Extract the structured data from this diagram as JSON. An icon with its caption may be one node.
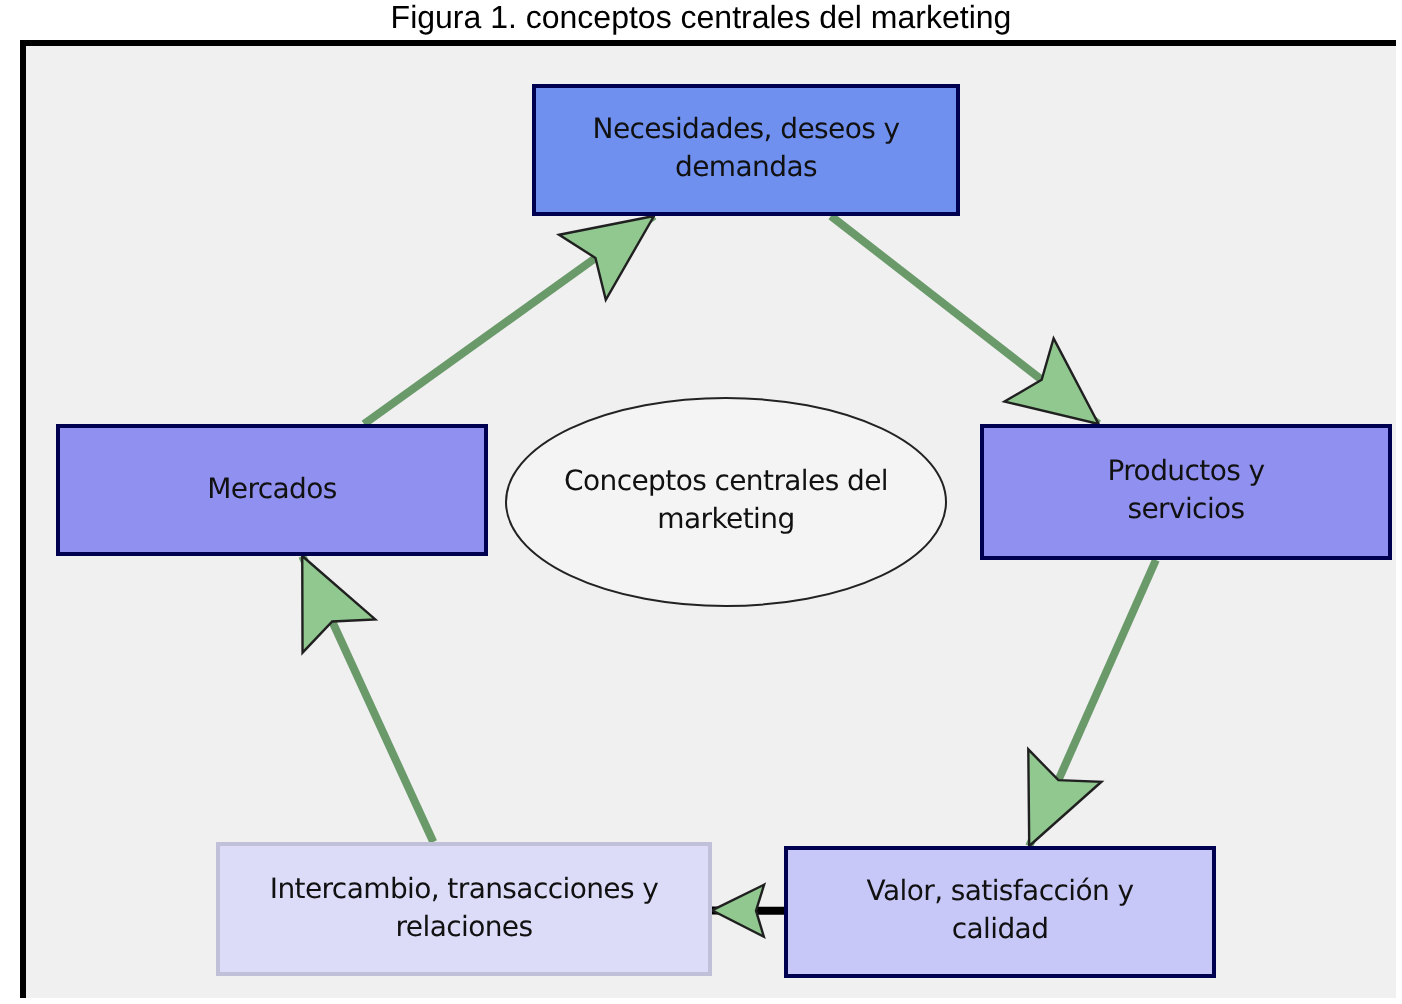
{
  "diagram": {
    "title": "Figura 1. conceptos centrales del marketing",
    "nodes": [
      {
        "text": [
          "Necesidades, deseos y demandas"
        ]
      },
      {
        "text": [
          "Productos y servicios"
        ]
      },
      {
        "text": [
          "Valor, satisfacción y calidad"
        ]
      },
      {
        "text": [
          "Intercambio, transacciones y relaciones"
        ]
      },
      {
        "text": [
          "Mercados"
        ]
      },
      {
        "text": [
          "Conceptos centrales del marketing"
        ]
      }
    ],
    "edges": [
      {
        "from": 4,
        "to": 0,
        "arrow": "to"
      },
      {
        "from": 0,
        "to": 1,
        "arrow": "to"
      },
      {
        "from": 1,
        "to": 2,
        "arrow": "to"
      },
      {
        "from": 2,
        "to": 3,
        "arrow": "to",
        "color": "#000000"
      },
      {
        "from": 3,
        "to": 4,
        "arrow": "to"
      }
    ]
  }
}
